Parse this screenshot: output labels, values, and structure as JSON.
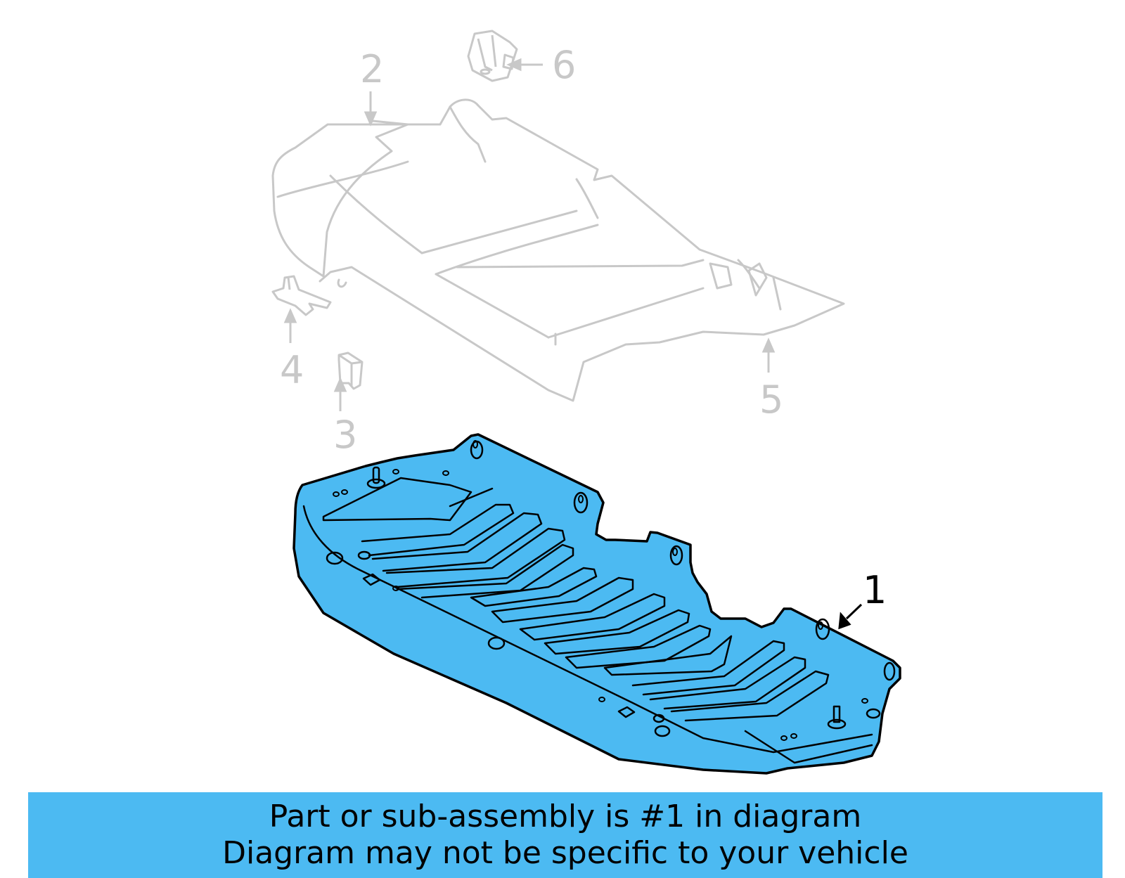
{
  "diagram": {
    "callouts": [
      {
        "number": "1",
        "highlighted": true
      },
      {
        "number": "2",
        "highlighted": false
      },
      {
        "number": "3",
        "highlighted": false
      },
      {
        "number": "4",
        "highlighted": false
      },
      {
        "number": "5",
        "highlighted": false
      },
      {
        "number": "6",
        "highlighted": false
      }
    ],
    "colors": {
      "highlight_fill": "#4cbaf2",
      "outline_active": "#000000",
      "outline_inactive": "#c8c8c8",
      "banner_bg": "#4cbaf2"
    }
  },
  "banner": {
    "line1": "Part or sub-assembly is #1 in diagram",
    "line2": "Diagram may not be specific to your vehicle"
  }
}
